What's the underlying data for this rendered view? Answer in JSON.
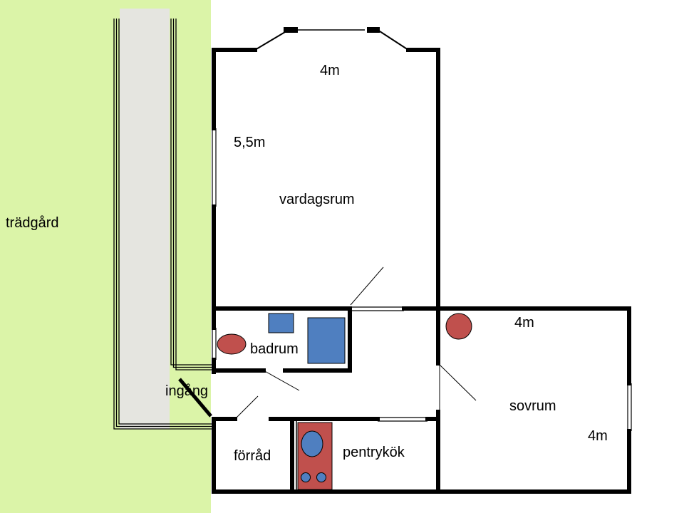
{
  "colors": {
    "garden": "#dbf4a8",
    "path": "#e5e5e0",
    "wall": "#000000",
    "blue_fixture": "#4f7fc0",
    "red_fixture": "#c0504d"
  },
  "labels": {
    "garden": "trädgård",
    "living_room": "vardagsrum",
    "living_width": "4m",
    "living_depth": "5,5m",
    "bathroom": "badrum",
    "entrance": "ingång",
    "bedroom": "sovrum",
    "bedroom_width": "4m",
    "bedroom_depth": "4m",
    "storage": "förråd",
    "kitchenette": "pentrykök"
  }
}
